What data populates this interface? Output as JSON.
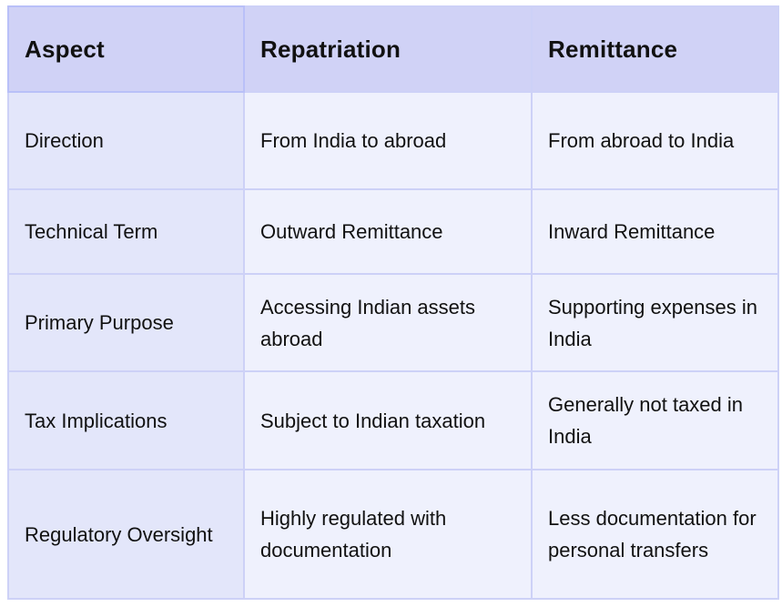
{
  "table": {
    "headers": [
      "Aspect",
      "Repatriation",
      "Remittance"
    ],
    "rows": [
      [
        "Direction",
        "From India to abroad",
        "From abroad to India"
      ],
      [
        "Technical Term",
        "Outward Remittance",
        "Inward Remittance"
      ],
      [
        "Primary Purpose",
        "Accessing Indian assets abroad",
        "Supporting expenses in India"
      ],
      [
        "Tax Implications",
        "Subject to Indian taxation",
        "Generally not taxed in India"
      ],
      [
        "Regulatory Oversight",
        "Highly regulated with documentation",
        "Less documentation for personal transfers"
      ]
    ]
  }
}
